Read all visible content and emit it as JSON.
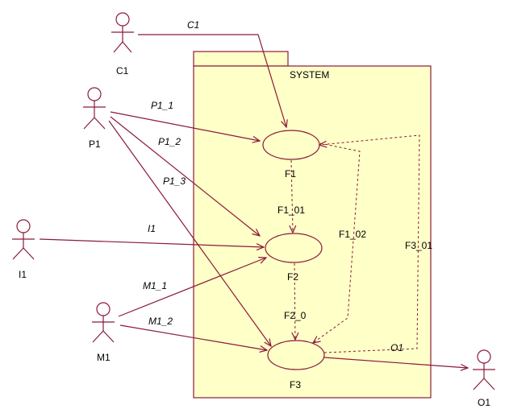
{
  "system": {
    "label": "SYSTEM"
  },
  "actors": {
    "c1": "C1",
    "p1": "P1",
    "i1": "I1",
    "m1": "M1",
    "o1": "O1"
  },
  "use_cases": {
    "f1": "F1",
    "f2": "F2",
    "f3": "F3"
  },
  "associations": {
    "c1": "C1",
    "p1_1": "P1_1",
    "p1_2": "P1_2",
    "p1_3": "P1_3",
    "i1": "I1",
    "m1_1": "M1_1",
    "m1_2": "M1_2",
    "o1": "O1"
  },
  "dependencies": {
    "f1_01": "F1_01",
    "f1_02": "F1_02",
    "f2_0": "F2_0",
    "f3_01": "F3_01"
  },
  "colors": {
    "line": "#8b1a3a",
    "fill": "#ffffc8"
  }
}
